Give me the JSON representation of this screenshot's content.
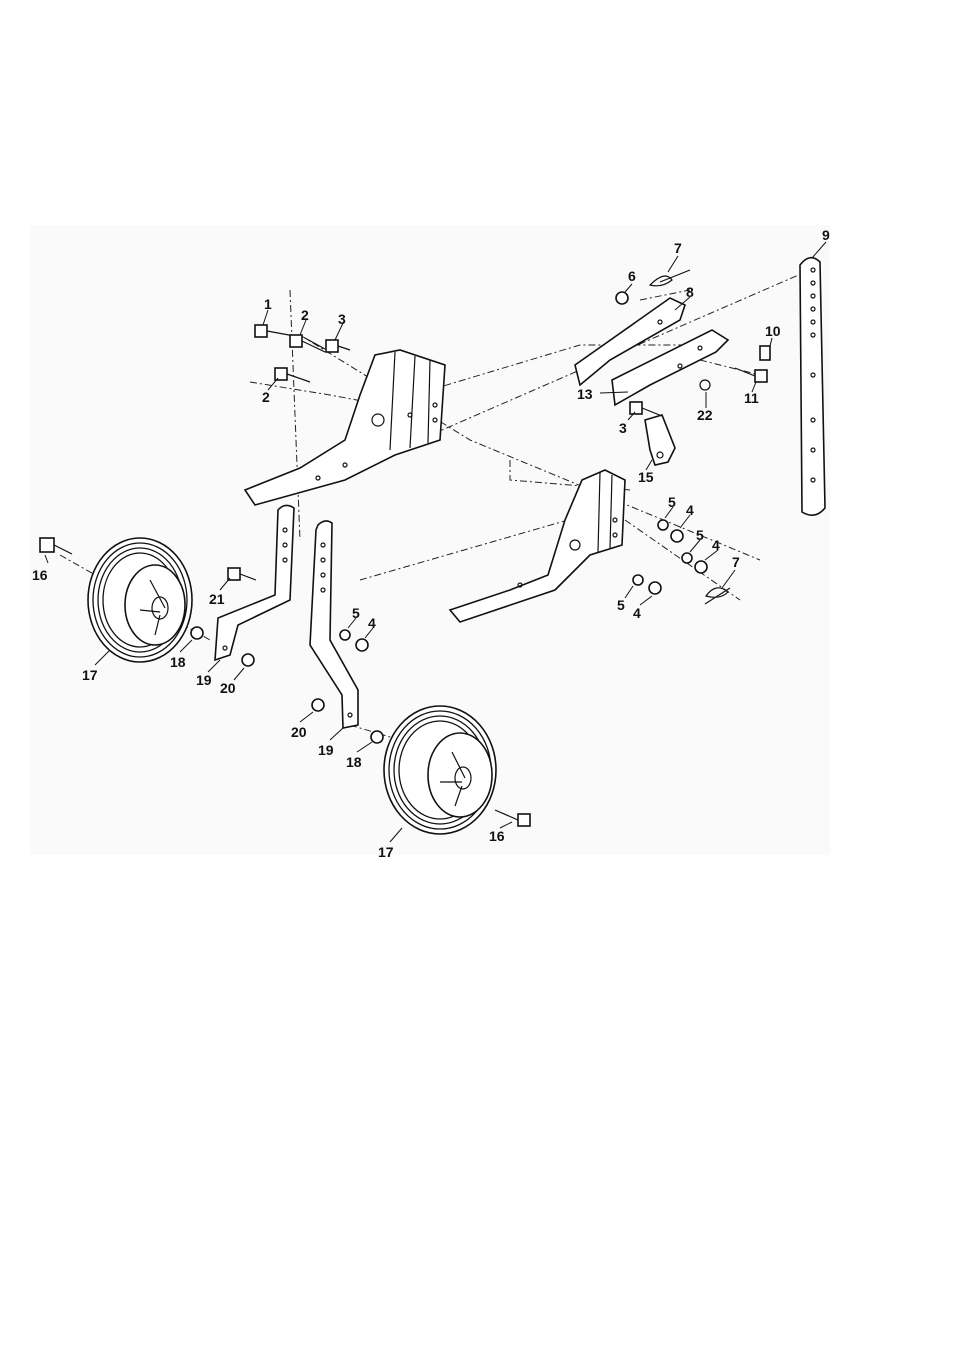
{
  "diagram": {
    "callouts": [
      {
        "id": "c1",
        "text": "1"
      },
      {
        "id": "c2a",
        "text": "2"
      },
      {
        "id": "c2b",
        "text": "2"
      },
      {
        "id": "c3a",
        "text": "3"
      },
      {
        "id": "c3b",
        "text": "3"
      },
      {
        "id": "c4a",
        "text": "4"
      },
      {
        "id": "c4b",
        "text": "4"
      },
      {
        "id": "c4c",
        "text": "4"
      },
      {
        "id": "c4d",
        "text": "4"
      },
      {
        "id": "c5a",
        "text": "5"
      },
      {
        "id": "c5b",
        "text": "5"
      },
      {
        "id": "c5c",
        "text": "5"
      },
      {
        "id": "c5d",
        "text": "5"
      },
      {
        "id": "c6",
        "text": "6"
      },
      {
        "id": "c7a",
        "text": "7"
      },
      {
        "id": "c7b",
        "text": "7"
      },
      {
        "id": "c8",
        "text": "8"
      },
      {
        "id": "c9",
        "text": "9"
      },
      {
        "id": "c10",
        "text": "10"
      },
      {
        "id": "c11",
        "text": "11"
      },
      {
        "id": "c13",
        "text": "13"
      },
      {
        "id": "c15",
        "text": "15"
      },
      {
        "id": "c16a",
        "text": "16"
      },
      {
        "id": "c16b",
        "text": "16"
      },
      {
        "id": "c17a",
        "text": "17"
      },
      {
        "id": "c17b",
        "text": "17"
      },
      {
        "id": "c18a",
        "text": "18"
      },
      {
        "id": "c18b",
        "text": "18"
      },
      {
        "id": "c19a",
        "text": "19"
      },
      {
        "id": "c19b",
        "text": "19"
      },
      {
        "id": "c20a",
        "text": "20"
      },
      {
        "id": "c20b",
        "text": "20"
      },
      {
        "id": "c21",
        "text": "21"
      },
      {
        "id": "c22",
        "text": "22"
      }
    ]
  }
}
